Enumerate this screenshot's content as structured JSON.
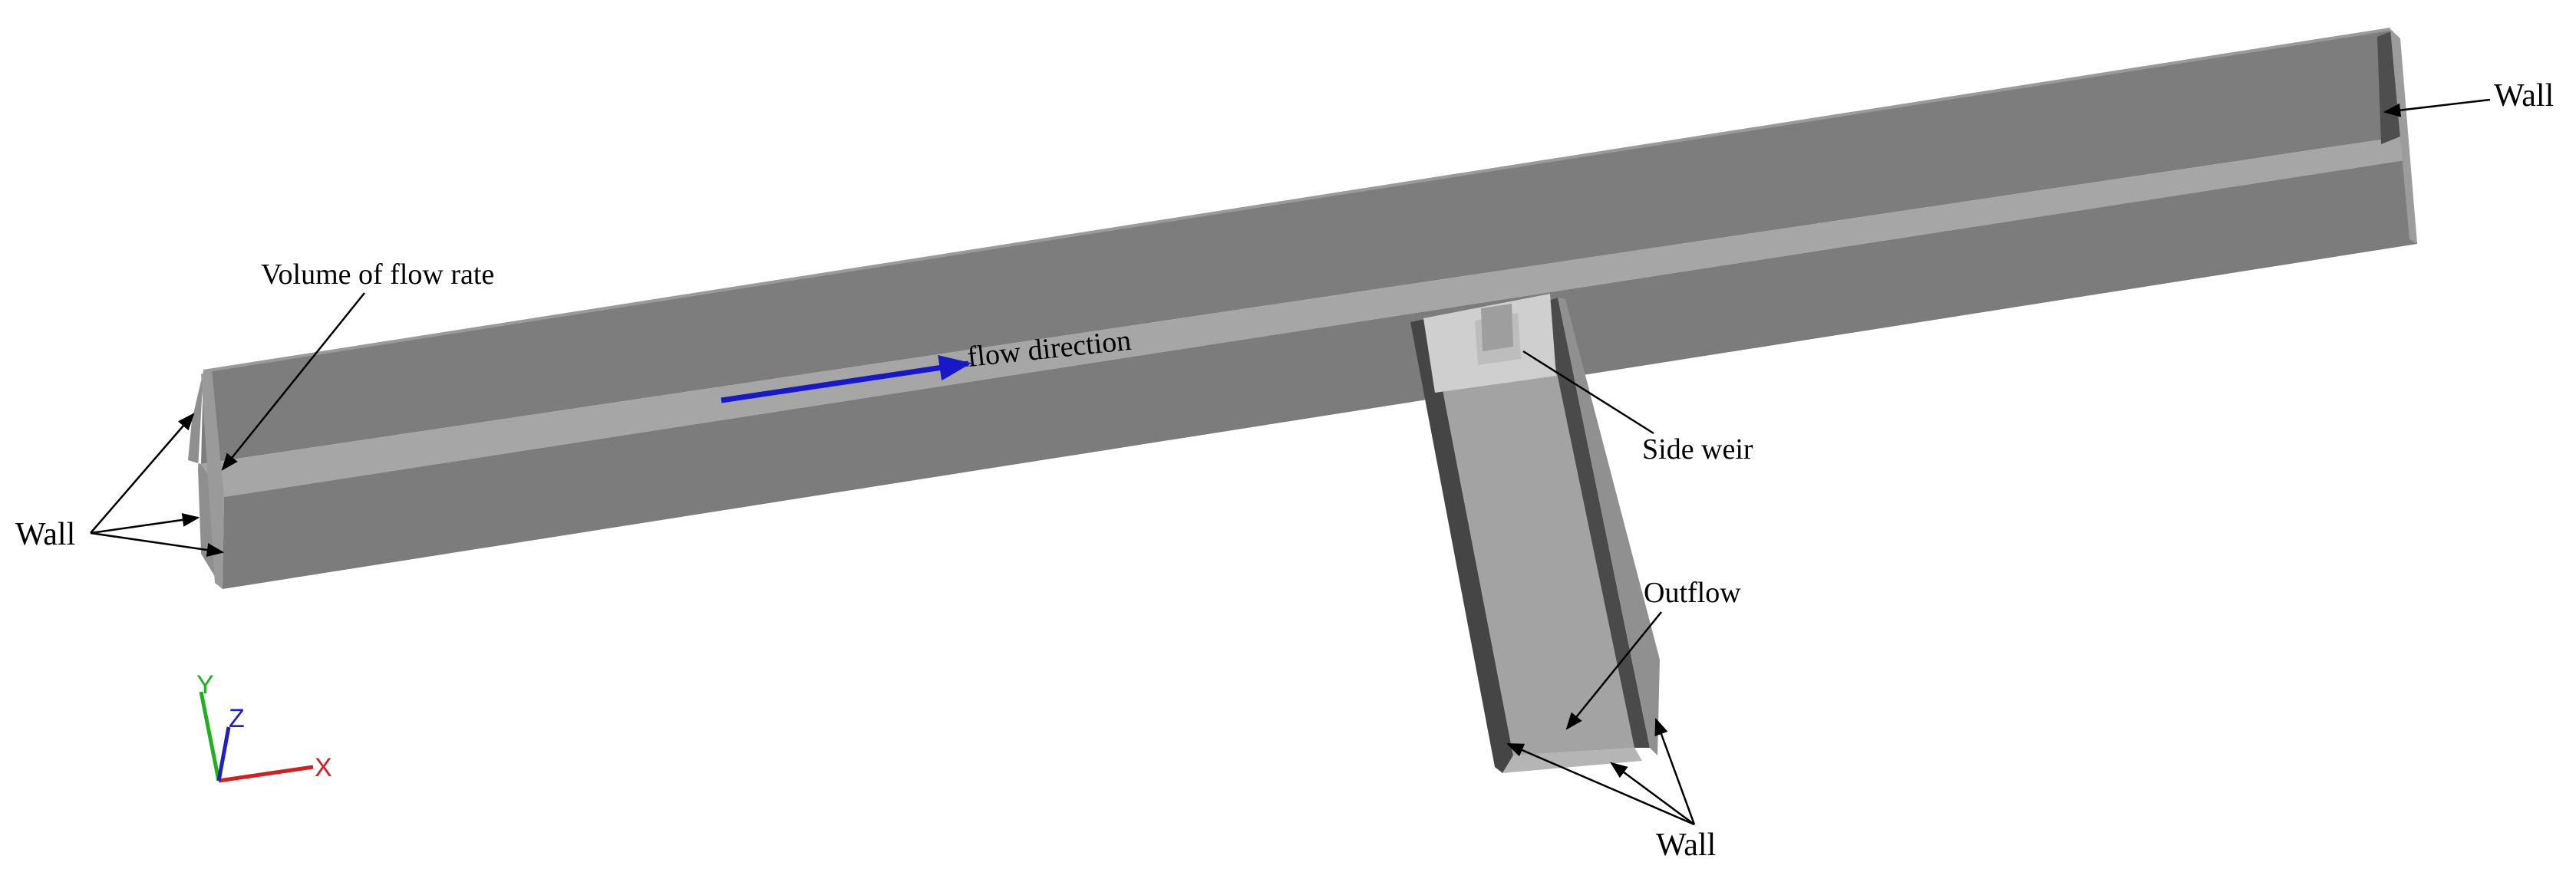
{
  "labels": {
    "volume_of_flow_rate": "Volume of flow rate",
    "flow_direction": "flow direction",
    "side_weir": "Side weir",
    "outflow": "Outflow",
    "wall_left": "Wall",
    "wall_right": "Wall",
    "wall_bottom": "Wall"
  },
  "axes": {
    "x": "X",
    "y": "Y",
    "z": "Z"
  },
  "colors": {
    "background": "#ffffff",
    "channel_top": "#7a7a7a",
    "channel_side": "#8c8c8c",
    "channel_floor": "#a5a5a5",
    "channel_dark": "#4a4a4a",
    "weir": "#d0d0d0",
    "flow_arrow": "#1818c8",
    "axis_x": "#d02020",
    "axis_y": "#20b020",
    "axis_z": "#2020c0"
  }
}
